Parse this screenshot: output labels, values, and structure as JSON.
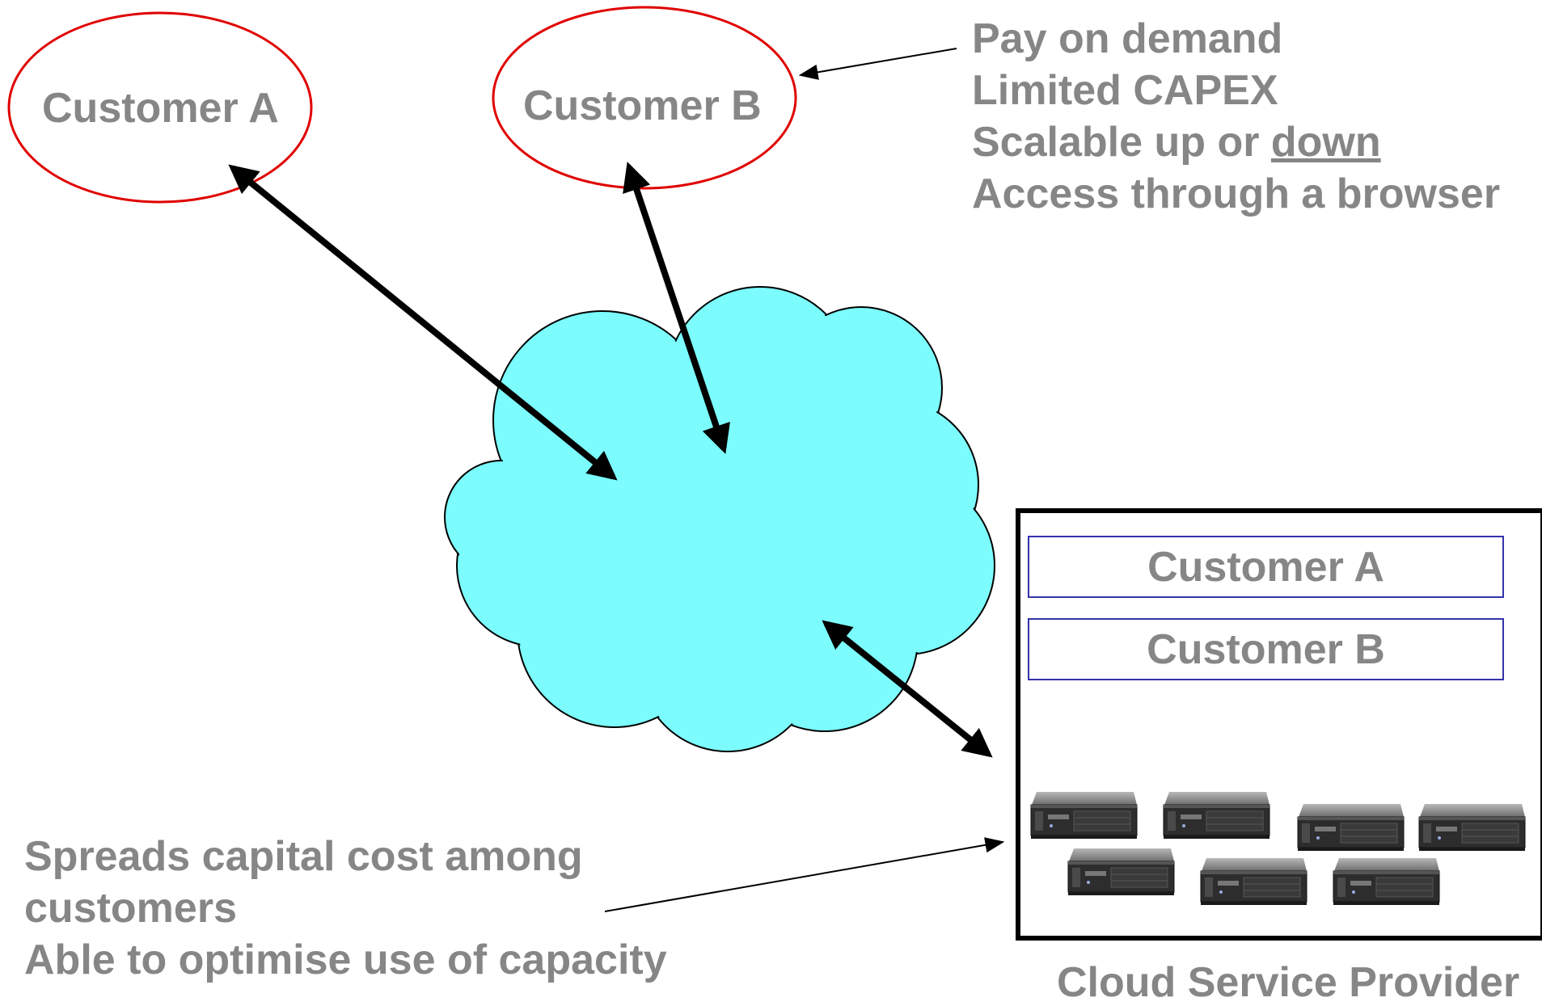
{
  "customers": [
    {
      "name": "Customer A"
    },
    {
      "name": "Customer B"
    }
  ],
  "benefits_customer": {
    "line1": "Pay on demand",
    "line2": "Limited CAPEX",
    "line3_prefix": "Scalable up or ",
    "line3_emphasis": "down",
    "line4": "Access through a browser"
  },
  "benefits_provider": {
    "line1": "Spreads capital cost among",
    "line2": "customers",
    "line3": "Able to optimise use of capacity"
  },
  "provider": {
    "label": "Cloud Service Provider",
    "tenants": [
      "Customer A",
      "Customer B"
    ],
    "server_count": 7
  },
  "colors": {
    "text": "#868686",
    "ellipse_stroke": "#e00000",
    "cloud_fill": "#7cfcfc",
    "tenant_border": "#3333aa",
    "arrow": "#000000"
  }
}
